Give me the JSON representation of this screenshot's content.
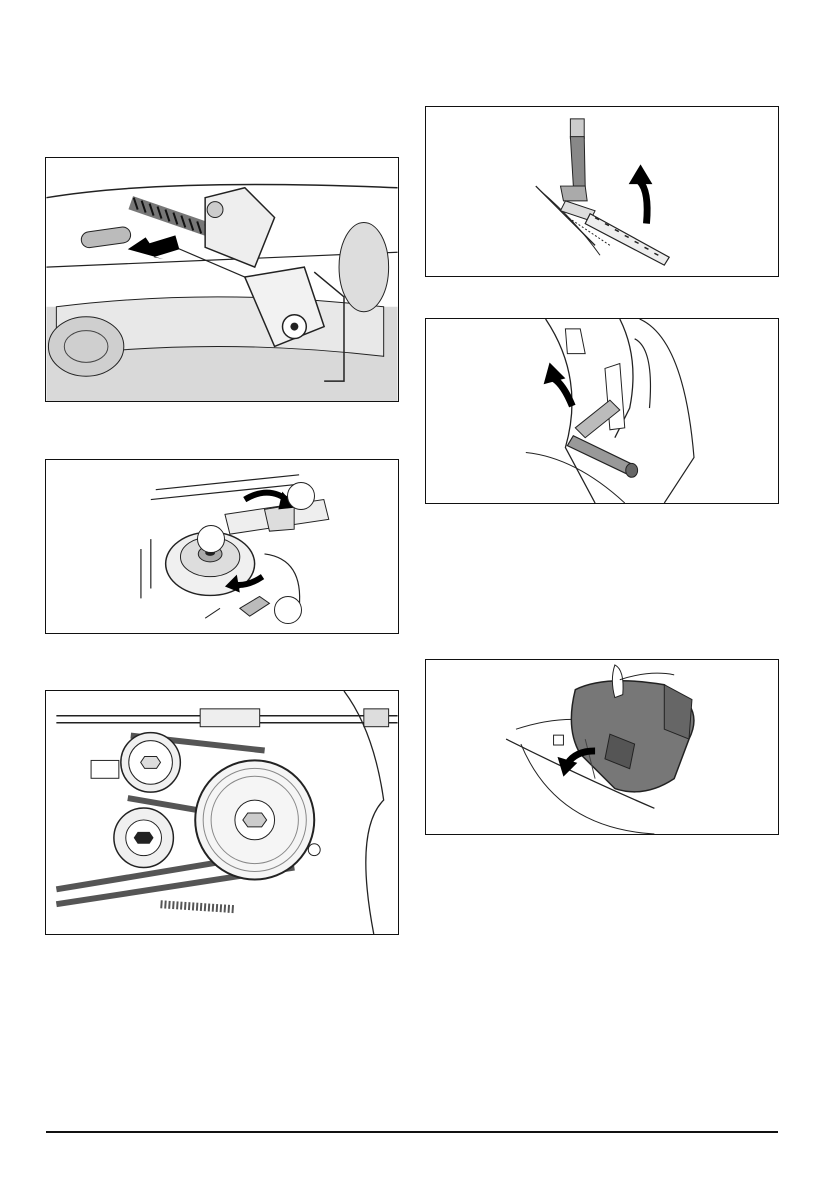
{
  "page": {
    "figures": [
      {
        "id": "spring-lever-figure",
        "icon": "arrow-left-icon"
      },
      {
        "id": "pulley-callout-figure",
        "callouts": [
          "",
          "",
          ""
        ],
        "icon": "curved-arrow-icon"
      },
      {
        "id": "belt-drive-figure"
      },
      {
        "id": "lift-handle-figure",
        "icon": "curved-arrow-up-icon"
      },
      {
        "id": "lever-raise-figure",
        "icon": "curved-arrow-up-icon"
      },
      {
        "id": "cover-removal-figure",
        "icon": "curved-arrow-icon"
      }
    ],
    "footer_rule": true
  }
}
